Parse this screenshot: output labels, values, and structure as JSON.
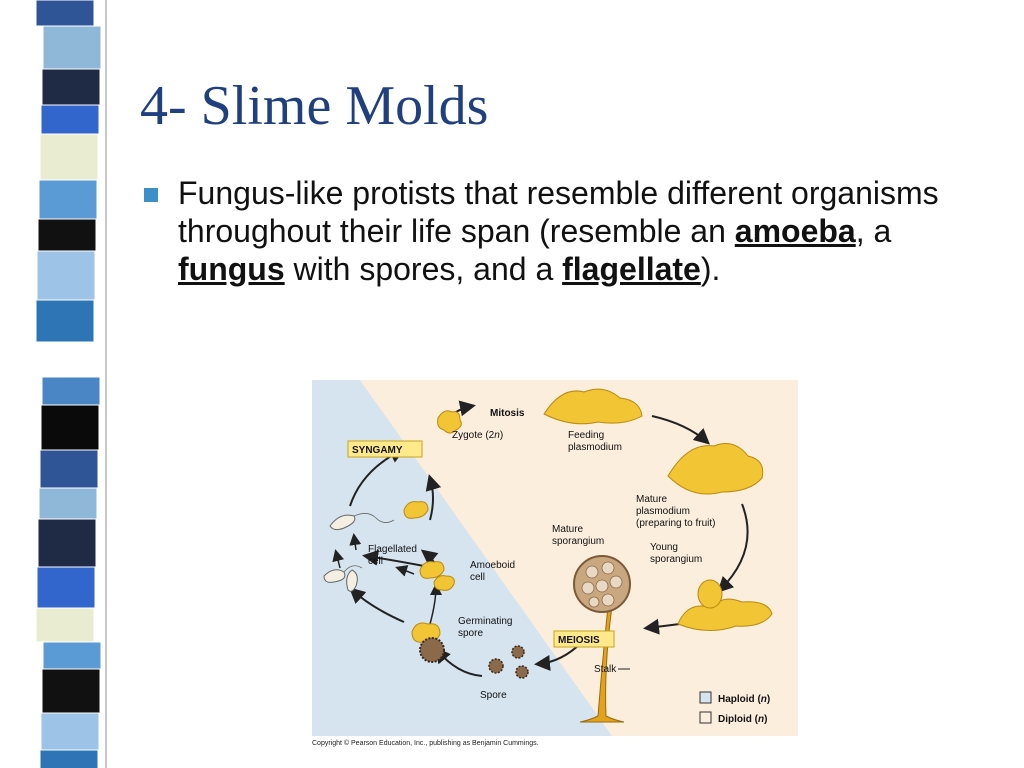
{
  "slide": {
    "title": "4- Slime Molds",
    "bullet": {
      "text_before": "Fungus-like protists that resemble different organisms throughout their life span (resemble an ",
      "term1": "amoeba",
      "sep1": ", a ",
      "term2": "fungus",
      "sep2": " with spores, and a ",
      "term3": "flagellate",
      "text_after": ")."
    }
  },
  "figure": {
    "labels": {
      "mitosis": "Mitosis",
      "zygote": "Zygote (2",
      "zygote_n": "n",
      "zygote_close": ")",
      "syngamy": "SYNGAMY",
      "feeding_1": "Feeding",
      "feeding_2": "plasmodium",
      "mature_plasmodium_1": "Mature",
      "mature_plasmodium_2": "plasmodium",
      "mature_plasmodium_3": "(preparing to fruit)",
      "mature_sporangium_1": "Mature",
      "mature_sporangium_2": "sporangium",
      "young_sporangium_1": "Young",
      "young_sporangium_2": "sporangium",
      "flagellated_1": "Flagellated",
      "flagellated_2": "cell",
      "amoeboid_1": "Amoeboid",
      "amoeboid_2": "cell",
      "germinating_1": "Germinating",
      "germinating_2": "spore",
      "meiosis": "MEIOSIS",
      "stalk": "Stalk",
      "spore": "Spore",
      "haploid": "Haploid (",
      "diploid": "Diploid (",
      "legend_n": "n",
      "legend_close": ")"
    },
    "copyright": "Copyright © Pearson Education, Inc., publishing as Benjamin Cummings."
  },
  "colors": {
    "title": "#1f3f7f",
    "bullet": "#3d8fc7",
    "haploid_bg": "#d6e4ef",
    "diploid_bg": "#fbeedd",
    "plasmodium": "#f2c534"
  }
}
